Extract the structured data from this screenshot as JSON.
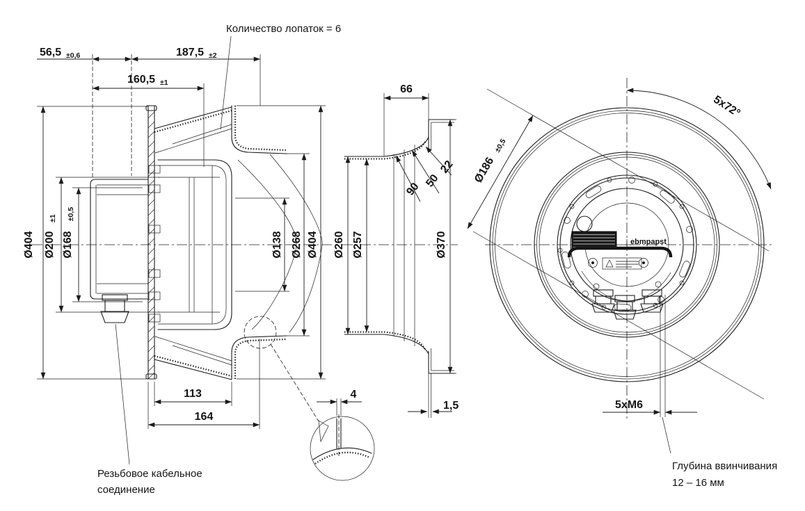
{
  "meta": {
    "type": "technical-drawing",
    "subject": "centrifugal-fan-dimension-drawing",
    "line_color": "#1c1c1c",
    "background_color": "#ffffff"
  },
  "notes": {
    "blade_count": "Количество лопаток = 6",
    "cable_gland_line1": "Резьбовое кабельное",
    "cable_gland_line2": "соединение",
    "screw_depth_line1": "Глубина ввинчивания",
    "screw_depth_line2": "12 – 16 мм",
    "hub_logo": "ebmpapst"
  },
  "side_view": {
    "dims": {
      "motor_depth": "56,5",
      "motor_depth_tol": "±0,6",
      "impeller_depth": "187,5",
      "impeller_depth_tol": "±2",
      "mid_depth": "160,5",
      "mid_depth_tol": "±1",
      "outer_dia_left": "Ø404",
      "motor_dia": "Ø200",
      "motor_dia_tol": "±1",
      "flange_dia": "Ø168",
      "flange_dia_tol": "±0,5",
      "hub_dia": "Ø138",
      "inlet_dia": "Ø268",
      "outer_dia_right": "Ø404",
      "hub_length": "113",
      "housing_length": "164",
      "blade_thickness": "4"
    }
  },
  "section_view": {
    "dims": {
      "ring_depth": "66",
      "r22": "22",
      "r50": "50",
      "r90": "90",
      "throat_outer_dia": "Ø260",
      "throat_inner_dia": "Ø257",
      "flange_dia": "Ø370",
      "wall_thickness": "1,5"
    }
  },
  "front_view": {
    "dims": {
      "hole_pattern": "5x72°",
      "bolt_circle_dia": "Ø186",
      "bolt_circle_tol": "±0,5",
      "thread": "5xM6"
    }
  }
}
